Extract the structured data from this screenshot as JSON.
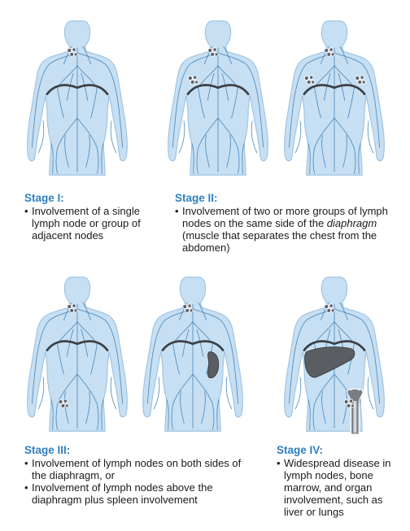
{
  "colors": {
    "body_fill": "#c7dff2",
    "body_edge": "#9fc4e3",
    "vessel": "#3c7fb8",
    "diaphragm": "#3b3f44",
    "node": "#5b5f66",
    "organ": "#5a5e63",
    "stage_title": "#2f7fc1"
  },
  "stages": [
    {
      "title": "Stage I:",
      "items": [
        {
          "parts": [
            {
              "text": "Involvement of a single lymph node or group of adjacent nodes",
              "italic": false
            }
          ]
        }
      ]
    },
    {
      "title": "Stage II:",
      "items": [
        {
          "parts": [
            {
              "text": "Involvement of two or more groups of lymph nodes on the same side of the ",
              "italic": false
            },
            {
              "text": "diaphragm",
              "italic": true
            },
            {
              "text": " (muscle that separates the chest from the abdomen)",
              "italic": false
            }
          ]
        }
      ]
    },
    {
      "title": "Stage III:",
      "items": [
        {
          "parts": [
            {
              "text": "Involvement of lymph nodes on both sides of the diaphragm, or",
              "italic": false
            }
          ]
        },
        {
          "parts": [
            {
              "text": "Involvement of lymph nodes above the diaphragm plus spleen involvement",
              "italic": false
            }
          ]
        }
      ]
    },
    {
      "title": "Stage IV:",
      "items": [
        {
          "parts": [
            {
              "text": "Widespread disease in lymph nodes, bone marrow, and organ involvement, such as liver or lungs",
              "italic": false
            }
          ]
        }
      ]
    }
  ],
  "figures": [
    {
      "name": "stage-1-figure",
      "nodes": [
        "neck"
      ],
      "spleen": false,
      "liver": false,
      "bone": false
    },
    {
      "name": "stage-2-figure-a",
      "nodes": [
        "neck",
        "armpit-right"
      ],
      "spleen": false,
      "liver": false,
      "bone": false
    },
    {
      "name": "stage-2-figure-b",
      "nodes": [
        "neck",
        "armpit-right",
        "armpit-left"
      ],
      "spleen": false,
      "liver": false,
      "bone": false
    },
    {
      "name": "stage-3-figure-a",
      "nodes": [
        "neck",
        "groin-right"
      ],
      "spleen": false,
      "liver": false,
      "bone": false
    },
    {
      "name": "stage-3-figure-b",
      "nodes": [
        "neck"
      ],
      "spleen": true,
      "liver": false,
      "bone": false
    },
    {
      "name": "stage-4-figure",
      "nodes": [
        "neck",
        "groin-left"
      ],
      "spleen": false,
      "liver": true,
      "bone": true
    }
  ]
}
